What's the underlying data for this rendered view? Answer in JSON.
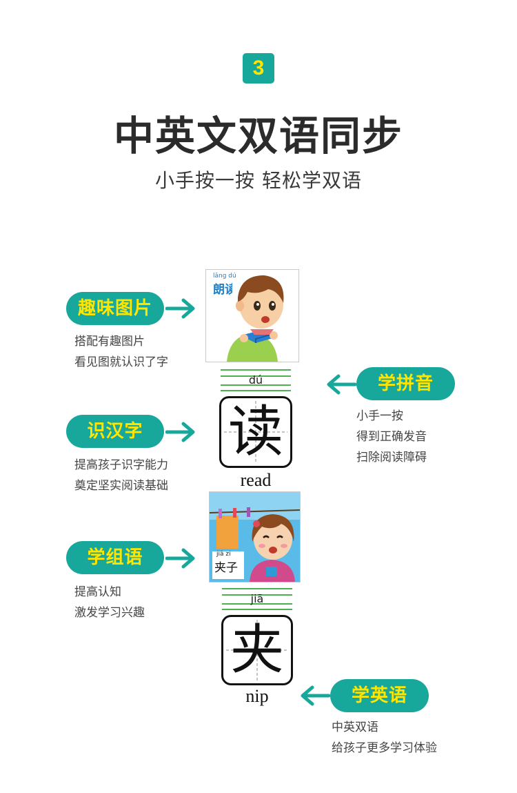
{
  "badge": "3",
  "title": "中英文双语同步",
  "subtitle": "小手按一按  轻松学双语",
  "features": [
    {
      "label": "趣味图片",
      "lines": [
        "搭配有趣图片",
        "看见图就认识了字"
      ]
    },
    {
      "label": "学拼音",
      "lines": [
        "小手一按",
        "得到正确发音",
        "扫除阅读障碍"
      ]
    },
    {
      "label": "识汉字",
      "lines": [
        "提高孩子识字能力",
        "奠定坚实阅读基础"
      ]
    },
    {
      "label": "学组语",
      "lines": [
        "提高认知",
        "激发学习兴趣"
      ]
    },
    {
      "label": "学英语",
      "lines": [
        "中英双语",
        "给孩子更多学习体验"
      ]
    }
  ],
  "card1": {
    "pic_pinyin": "lǎng dú",
    "pic_text": "朗读",
    "pinyin": "dú",
    "char": "读",
    "english": "read"
  },
  "card2": {
    "pic_pinyin": "jiā zi",
    "pic_text": "夹子",
    "pinyin": "jiā",
    "char": "夹",
    "english": "nip"
  },
  "colors": {
    "teal": "#17a89b",
    "yellow": "#ffe600",
    "green_line": "#4caf50"
  }
}
